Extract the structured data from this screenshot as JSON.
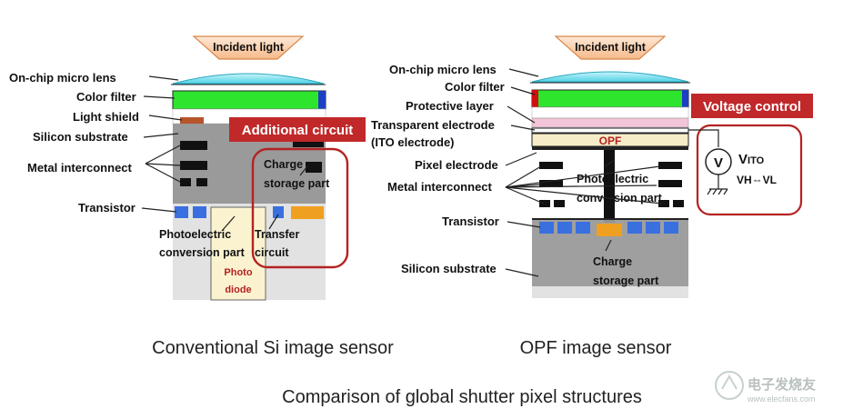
{
  "colors": {
    "silicon": "#9a9a9a",
    "light_gray": "#e2e2e2",
    "micro_lens": "#4fd3e6",
    "color_filter_green": "#2ee52e",
    "filter_blue": "#1c3fc4",
    "filter_red": "#d01010",
    "light_shield": "#b6542a",
    "metal": "#111111",
    "transistor_blue": "#3a6fe0",
    "callout_red": "#b52222",
    "callout_fill": "#c0282a",
    "photodiode_fill": "#fbf3d0",
    "opf_fill": "#f6ecc8",
    "protective_pink": "#f4c4d8",
    "orange": "#f0a020"
  },
  "left": {
    "incident_light": "Incident light",
    "labels": {
      "micro_lens": "On-chip micro lens",
      "color_filter": "Color filter",
      "light_shield": "Light shield",
      "silicon_substrate": "Silicon substrate",
      "metal_interconnect": "Metal interconnect",
      "transistor": "Transistor",
      "photoelectric_1": "Photoelectric",
      "photoelectric_2": "conversion part",
      "photo_diode_1": "Photo",
      "photo_diode_2": "diode",
      "transfer_1": "Transfer",
      "transfer_2": "circuit",
      "charge_1": "Charge",
      "charge_2": "storage part",
      "additional_circuit": "Additional circuit"
    },
    "caption": "Conventional Si image sensor"
  },
  "right": {
    "incident_light": "Incident light",
    "labels": {
      "micro_lens": "On-chip micro lens",
      "color_filter": "Color filter",
      "protective_layer": "Protective layer",
      "transparent_electrode": "Transparent electrode",
      "ito_electrode": "(ITO electrode)",
      "opf": "OPF",
      "pixel_electrode": "Pixel electrode",
      "metal_interconnect": "Metal interconnect",
      "photoelectric_1": "Photoelectric",
      "photoelectric_2": "conversion part",
      "transistor": "Transistor",
      "silicon_substrate": "Silicon substrate",
      "charge_1": "Charge",
      "charge_2": "storage part",
      "voltage_control": "Voltage control",
      "voltmeter": "V",
      "vito_main": "V",
      "vito_sub": "ITO",
      "vh_vl": "VH⇔VL"
    },
    "caption": "OPF image sensor"
  },
  "footer": {
    "title": "Comparison of global shutter pixel structures",
    "watermark": "电子发烧友",
    "watermark_url": "www.elecfans.com"
  }
}
